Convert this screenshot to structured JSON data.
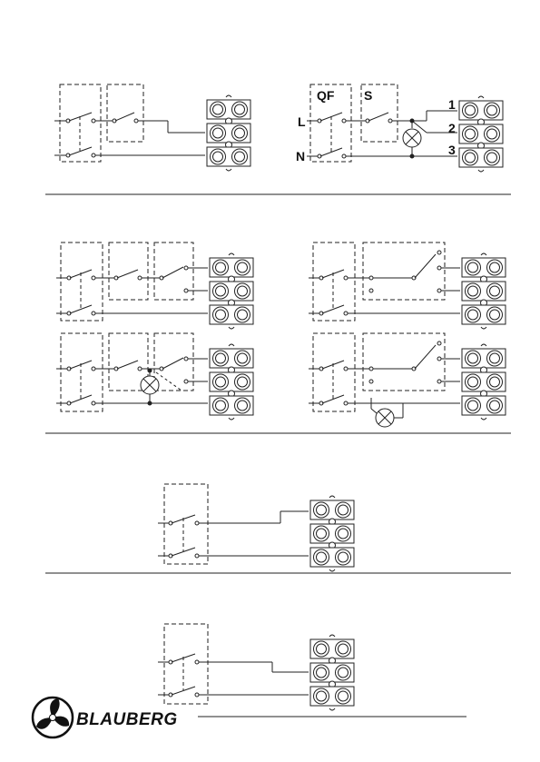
{
  "labels": {
    "qf": "QF",
    "s": "S",
    "l": "L",
    "n": "N",
    "t1": "1",
    "t2": "2",
    "t3": "3"
  },
  "brand": {
    "name": "BLAUBERG"
  }
}
